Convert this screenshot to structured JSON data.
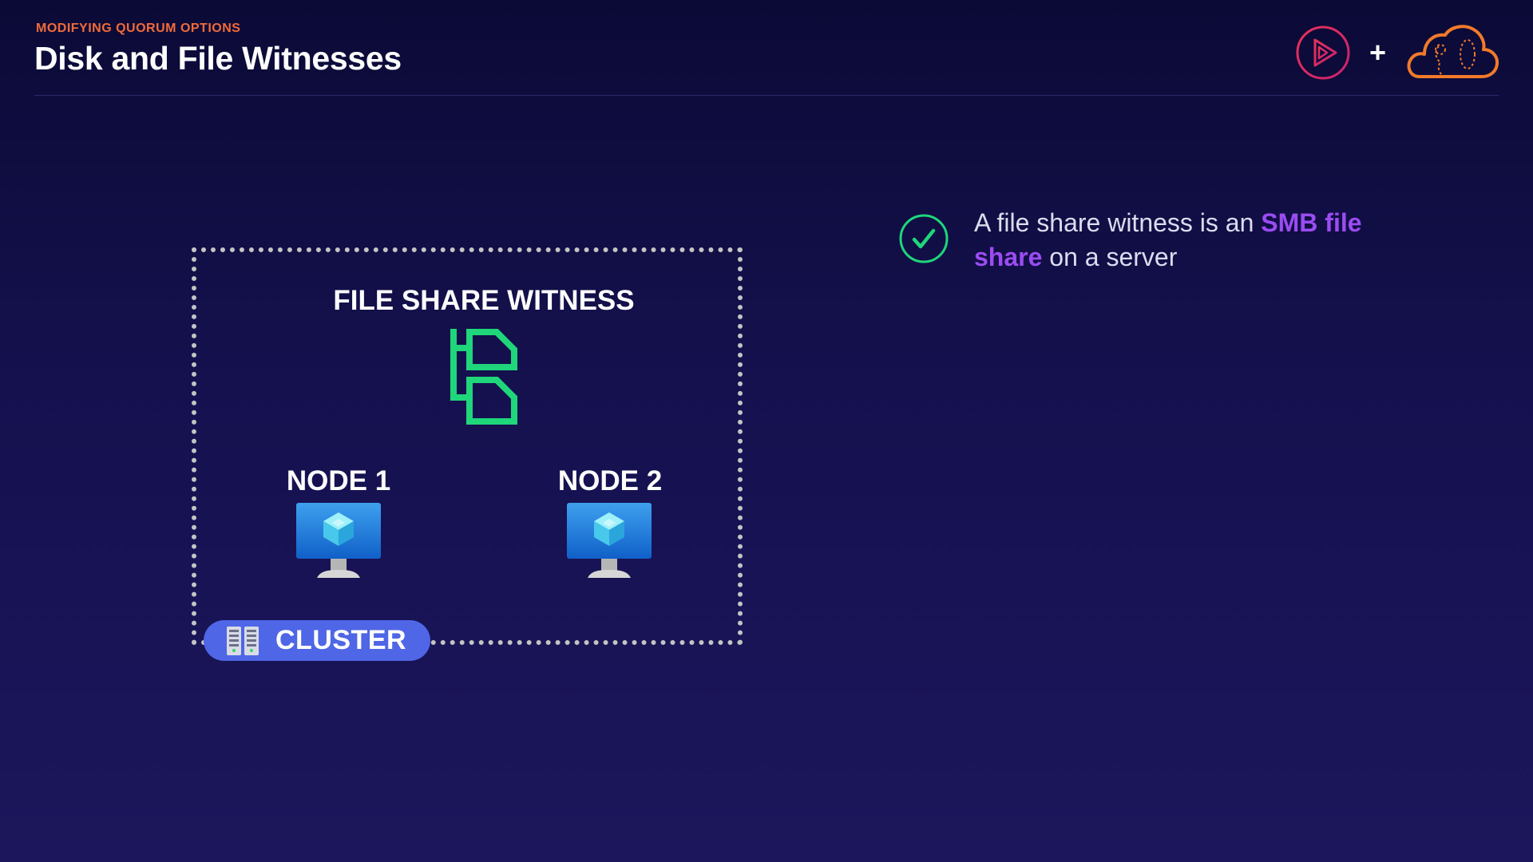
{
  "header": {
    "eyebrow": "MODIFYING QUORUM OPTIONS",
    "title": "Disk and File Witnesses",
    "plus": "+"
  },
  "diagram": {
    "witness_label": "FILE SHARE WITNESS",
    "node1_label": "NODE 1",
    "node2_label": "NODE 2",
    "cluster_label": "CLUSTER"
  },
  "bullet": {
    "part1": "A file share witness is an ",
    "highlight": "SMB file share",
    "part2": " on a server"
  },
  "colors": {
    "accent_orange": "#f26b3a",
    "witness_green": "#1fd67a",
    "highlight_purple": "#9b4cf2",
    "cluster_blue": "#4f66e6"
  },
  "icons": {
    "brand_logo": "play-logo-icon",
    "partner_logo": "cloud-logo-icon",
    "witness": "file-share-icon",
    "node": "virtual-machine-monitor-icon",
    "cluster": "server-rack-icon",
    "bullet": "check-circle-icon"
  }
}
